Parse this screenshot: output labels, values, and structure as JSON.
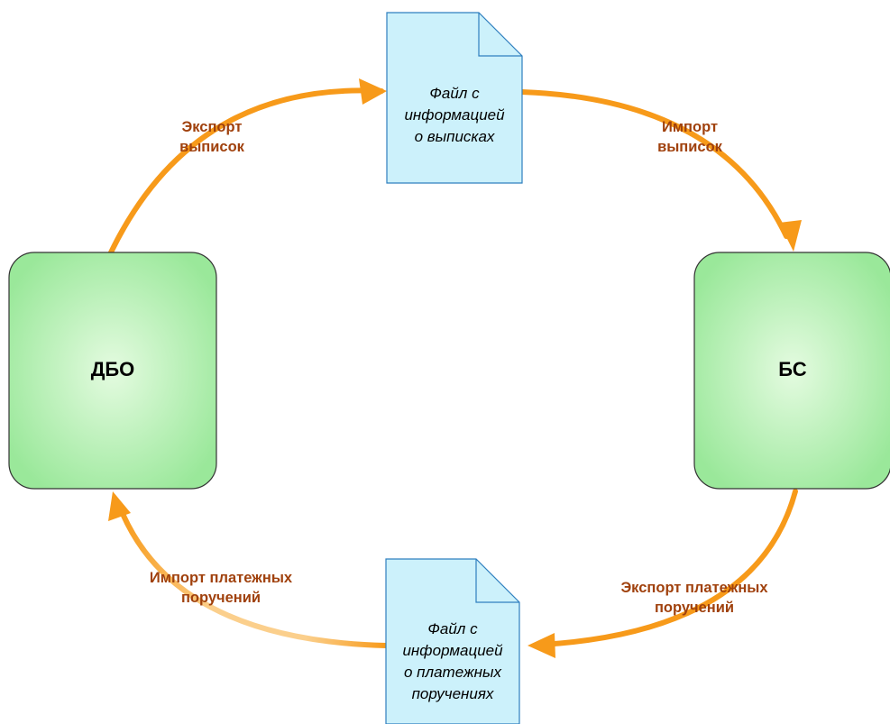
{
  "colors": {
    "node_fill_light": "#e4fbe0",
    "node_fill_dark": "#9ae89a",
    "node_stroke": "#333333",
    "document_fill": "#ccf1fb",
    "document_stroke": "#2f7fbf",
    "arrow": "#f79a1a",
    "edge_label": "#a0410d"
  },
  "nodes": {
    "left": {
      "label": "ДБО"
    },
    "right": {
      "label": "БС"
    }
  },
  "documents": {
    "top": {
      "lines": [
        "Файл с",
        "информацией",
        "о выписках"
      ]
    },
    "bottom": {
      "lines": [
        "Файл с",
        "информацией",
        "о платежных",
        "поручениях"
      ]
    }
  },
  "edges": {
    "export_statements": {
      "lines": [
        "Экспорт",
        "выписок"
      ]
    },
    "import_statements": {
      "lines": [
        "Импорт",
        "выписок"
      ]
    },
    "export_payments": {
      "lines": [
        "Экспорт платежных",
        "поручений"
      ]
    },
    "import_payments": {
      "lines": [
        "Импорт платежных",
        "поручений"
      ]
    }
  }
}
